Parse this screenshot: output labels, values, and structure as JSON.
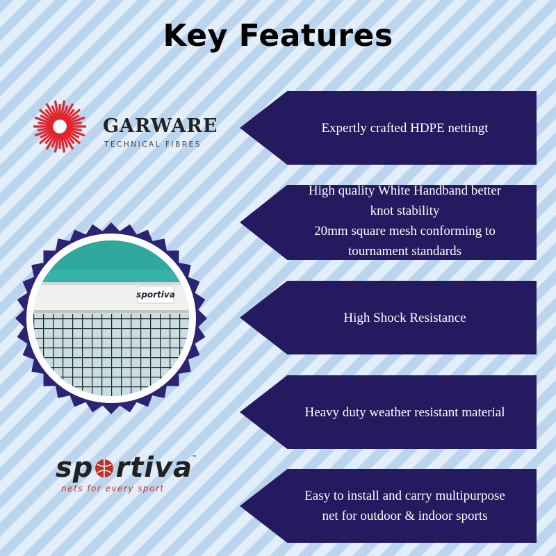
{
  "page": {
    "title": "Key Features"
  },
  "features": [
    {
      "lines": [
        "Expertly crafted HDPE nettingt"
      ]
    },
    {
      "lines": [
        "High quality White Handband better",
        "knot stability",
        "20mm square mesh conforming to",
        "tournament standards"
      ]
    },
    {
      "lines": [
        "High Shock Resistance"
      ]
    },
    {
      "lines": [
        "Heavy duty weather resistant material"
      ]
    },
    {
      "lines": [
        "Easy to install and carry multipurpose",
        "net for outdoor & indoor sports"
      ]
    }
  ],
  "garware_logo": {
    "name": "GARWARE",
    "subtitle": "TECHNICAL FIBRES"
  },
  "sportiva_logo": {
    "word_pre": "sp",
    "word_post": "rtiva",
    "tagline": "nets for every sport",
    "tm": "™"
  },
  "net_banner_text": "sportiva",
  "colors": {
    "banner": "#25195f",
    "stripe_dark": "#bcd5ee",
    "stripe_light": "#e2eefa",
    "garware_red": "#e2252b",
    "sportiva_red": "#c0302a"
  }
}
